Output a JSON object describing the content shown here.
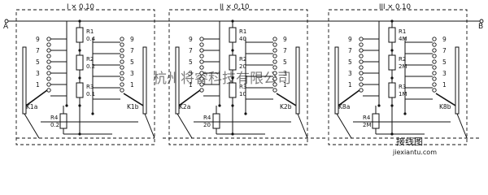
{
  "terminals": {
    "left": "A",
    "right": "B"
  },
  "decades": [
    {
      "title": "I × 0.10",
      "contact_labels": [
        "9",
        "7",
        "5",
        "3",
        "1"
      ],
      "right_contact_labels": [
        "9",
        "7",
        "5",
        "3",
        "1"
      ],
      "r1_name": "R1",
      "r1_value": "0.4",
      "r2_name": "R2",
      "r2_value": "0.2",
      "r3_name": "R3",
      "r3_value": "0.1",
      "r4_name": "R4",
      "r4_value": "0.2",
      "switch_left": "K1a",
      "switch_right": "K1b"
    },
    {
      "title": "II × 0.10",
      "contact_labels": [
        "9",
        "7",
        "5",
        "3",
        "1"
      ],
      "right_contact_labels": [
        "9",
        "7",
        "5",
        "3",
        "1"
      ],
      "r1_name": "R1",
      "r1_value": "40",
      "r2_name": "R2",
      "r2_value": "20",
      "r3_name": "R3",
      "r3_value": "10",
      "r4_name": "R4",
      "r4_value": "20",
      "switch_left": "K2a",
      "switch_right": "K2b"
    },
    {
      "title": "III × 0.10",
      "contact_labels": [
        "9",
        "7",
        "5",
        "3",
        "1"
      ],
      "right_contact_labels": [
        "9",
        "7",
        "5",
        "3",
        "1"
      ],
      "r1_name": "R1",
      "r1_value": "4M",
      "r2_name": "R2",
      "r2_value": "2M",
      "r3_name": "R3",
      "r3_value": "1M",
      "r4_name": "R4",
      "r4_value": "2M",
      "switch_left": "K8a",
      "switch_right": "K8b"
    }
  ],
  "watermarks": {
    "center": "杭州将睿科技有限公司",
    "corner_site": "jiexiantu.com",
    "corner_logo": "接线图"
  }
}
